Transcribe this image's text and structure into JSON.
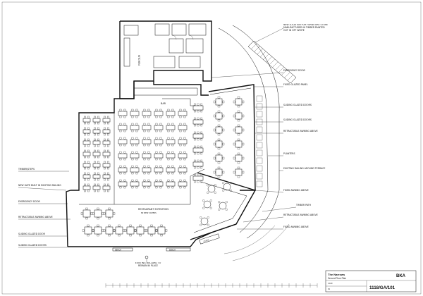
{
  "drawing": {
    "notes_left": {
      "n1": "TIMBER/STEPS",
      "n2": "NEW GATE BUILT IN EXISTING RAILING",
      "n3": "EMERGENCY DOOR",
      "n4": "RETRACTABLE AWNING ABOVE",
      "n5": "SLIDING GLAZED DOOR",
      "n6": "SLIDING GLAZED DOORS"
    },
    "notes_right": {
      "n1": "NEW LOCATION FOR FURNITURE STORE MANUFACTURED IN TIMBER PAINTED OUT IN OFF WHITE",
      "n2": "EMERGENCY DOOR",
      "n3": "FIXED GLAZED PANEL",
      "n4": "SLIDING GLAZED DOORS",
      "n5": "SLIDING GLAZED DOORS",
      "n6": "RETRACTABLE AWNING ABOVE",
      "n7": "PLANTERS",
      "n8": "EXISTING RAILING AROUND TERRACE",
      "n9": "FIXED AWNING ABOVE",
      "n10": "TIMBER PATH",
      "n11": "RETRACTABLE AWNING ABOVE",
      "n12": "FIXED AWNING ABOVE"
    },
    "notes_bottom": {
      "n1": "EXISTING BOLLARD TO REMAIN IN PLACE"
    },
    "rooms": {
      "kitchen": "KITCHEN",
      "bar": "BAR",
      "restaurant": "RESTAURANT EXTENTION",
      "restaurant_sub": "80 NEW COVERS"
    },
    "bench_labels": {
      "b1": "BENCH",
      "b2": "BENCH",
      "b3": "STEPS"
    }
  },
  "title_block": {
    "logo": "BKA",
    "project": "The Narrows",
    "sheet": "Ground Floor Plan",
    "drawing_no": "1118/GA/101",
    "scale_label": "1:100",
    "revision": "01"
  }
}
